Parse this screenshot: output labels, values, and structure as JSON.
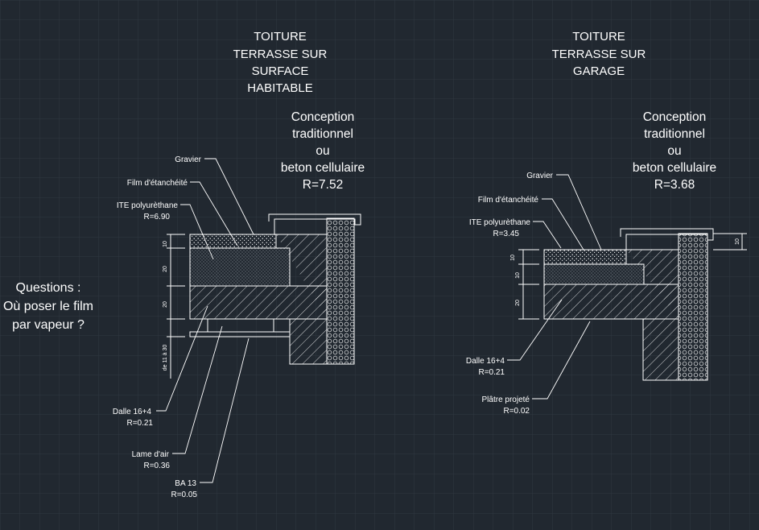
{
  "left_detail": {
    "title": [
      "TOITURE",
      "TERRASSE SUR",
      "SURFACE",
      "HABITABLE"
    ],
    "concept": [
      "Conception",
      "traditionnel",
      "ou",
      "beton cellulaire",
      "R=7.52"
    ],
    "labels": {
      "gravier": "Gravier",
      "film": "Film d'étanchéité",
      "ite": "ITE polyurèthane",
      "ite_r": "R=6.90",
      "dalle": "Dalle 16+4",
      "dalle_r": "R=0.21",
      "lame": "Lame d'air",
      "lame_r": "R=0.36",
      "ba13": "BA 13",
      "ba13_r": "R=0.05"
    },
    "dimensions": [
      "10",
      "20",
      "20",
      "de 11 à 30"
    ]
  },
  "right_detail": {
    "title": [
      "TOITURE",
      "TERRASSE SUR",
      "GARAGE"
    ],
    "concept": [
      "Conception",
      "traditionnel",
      "ou",
      "beton cellulaire",
      "R=3.68"
    ],
    "labels": {
      "gravier": "Gravier",
      "film": "Film d'étanchéité",
      "ite": "ITE polyurèthane",
      "ite_r": "R=3.45",
      "dalle": "Dalle 16+4",
      "dalle_r": "R=0.21",
      "platre": "Plâtre projeté",
      "platre_r": "R=0.02"
    },
    "dimensions": [
      "10",
      "10",
      "20",
      "10"
    ]
  },
  "question": [
    "Questions :",
    "Où poser le film",
    "par vapeur ?"
  ],
  "colors": {
    "background": "#212830",
    "grid": "#2f3741",
    "lines": "#ffffff"
  }
}
